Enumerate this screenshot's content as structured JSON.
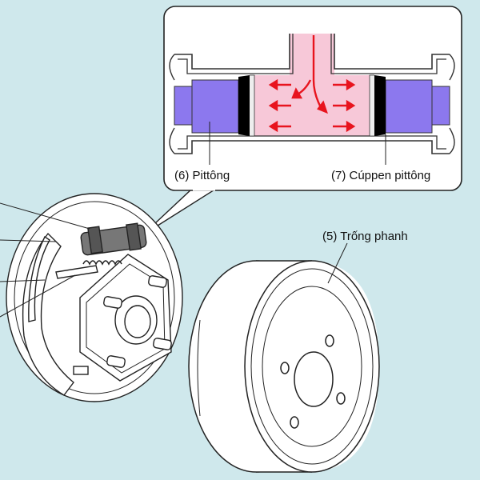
{
  "labels": {
    "piston": "(6) Pittông",
    "piston_cup": "(7) Cúppen pittông",
    "drum": "(5) Trống phanh"
  },
  "colors": {
    "background": "#cfe8ec",
    "piston": "#8c78ee",
    "fluid": "#f7c8d8",
    "arrow": "#e8141e",
    "cup": "#000000",
    "callout_box": "#ffffff"
  }
}
